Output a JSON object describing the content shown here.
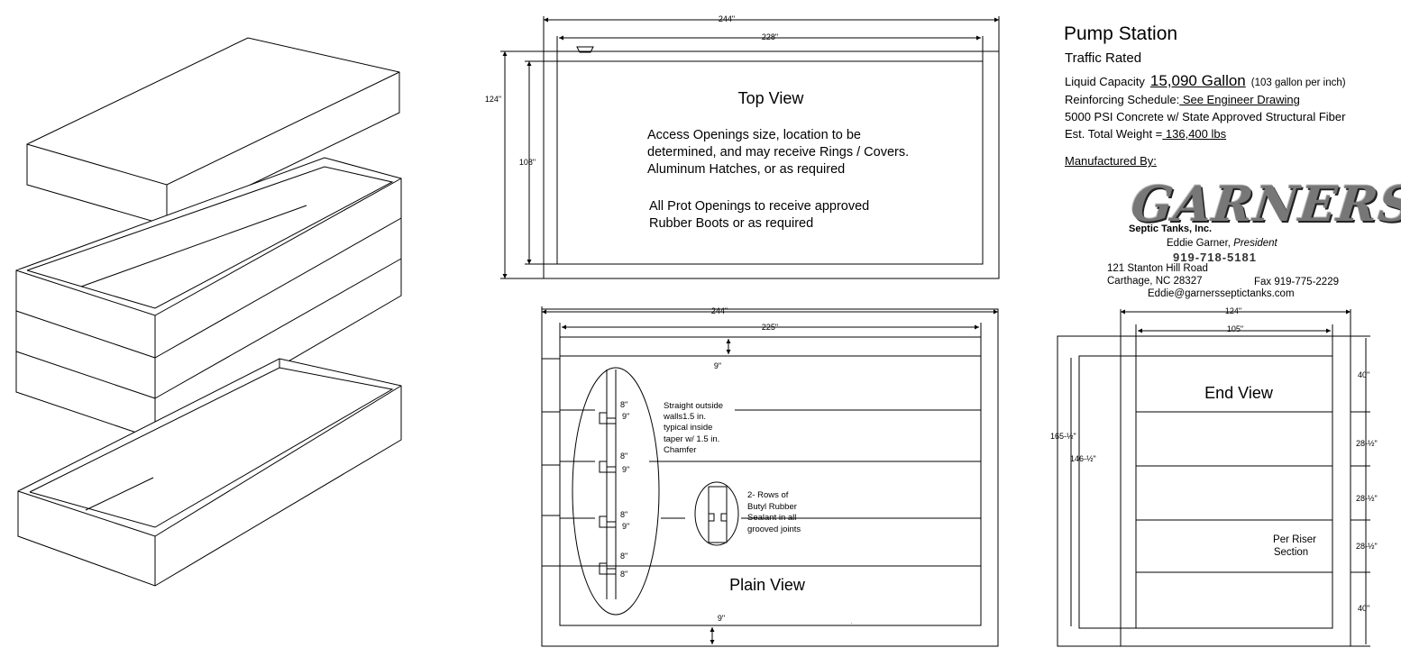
{
  "spec": {
    "title": "Pump Station",
    "subtitle": "Traffic Rated",
    "capacity_label": "Liquid Capacity",
    "capacity_value": "15,090 Gallon",
    "capacity_note": "(103 gallon per inch)",
    "reinforcing_label": "Reinforcing Schedule:",
    "reinforcing_value": " See Engineer Drawing",
    "concrete": "5000 PSI Concrete w/ State Approved Structural Fiber",
    "weight_label": "Est. Total Weight =",
    "weight_value": " 136,400 lbs",
    "manufactured_by": "Manufactured By:"
  },
  "company": {
    "logo_text": "GARNERS",
    "logo_sub": "Septic Tanks, Inc.",
    "person": "Eddie Garner,",
    "role": "President",
    "phone": "919-718-5181",
    "address1": "121 Stanton Hill Road",
    "address2": "Carthage, NC 28327",
    "fax": "Fax 919-775-2229",
    "email": "Eddie@garnersseptictanks.com"
  },
  "top_view": {
    "title": "Top View",
    "dim_outer_width": "244\"",
    "dim_inner_width": "228\"",
    "dim_outer_height": "124\"",
    "dim_inner_height": "108\"",
    "note1_lines": [
      "Access Openings size, location to be",
      "determined, and may receive Rings / Covers.",
      "Aluminum Hatches, or as required"
    ],
    "note2_lines": [
      "All Prot Openings to receive approved",
      "Rubber Boots or as required"
    ]
  },
  "plain_view": {
    "title": "Plain View",
    "dim_outer_width": "244\"",
    "dim_inner_width": "225\"",
    "dim_top_wall": "9\"",
    "dim_bottom_wall": "9\"",
    "joint_dims": [
      "8\"",
      "9\"",
      "8\"",
      "9\"",
      "8\"",
      "9\"",
      "8\"",
      "8\""
    ],
    "wall_note_lines": [
      "Straight outside",
      "walls1.5 in.",
      "typical inside",
      "taper w/ 1.5 in.",
      "Chamfer"
    ],
    "sealant_note_lines": [
      "2- Rows of",
      "Butyl Rubber",
      "Sealant in all",
      "grooved joints"
    ]
  },
  "end_view": {
    "title": "End View",
    "dim_outer_width": "124\"",
    "dim_inner_width": "105\"",
    "dim_outer_height": "165-½\"",
    "dim_inner_height": "146-½\"",
    "section_dims": [
      "40\"",
      "28-½\"",
      "28-½\"",
      "28-½\"",
      "40\""
    ],
    "riser_note_lines": [
      "Per Riser",
      "Section"
    ]
  }
}
